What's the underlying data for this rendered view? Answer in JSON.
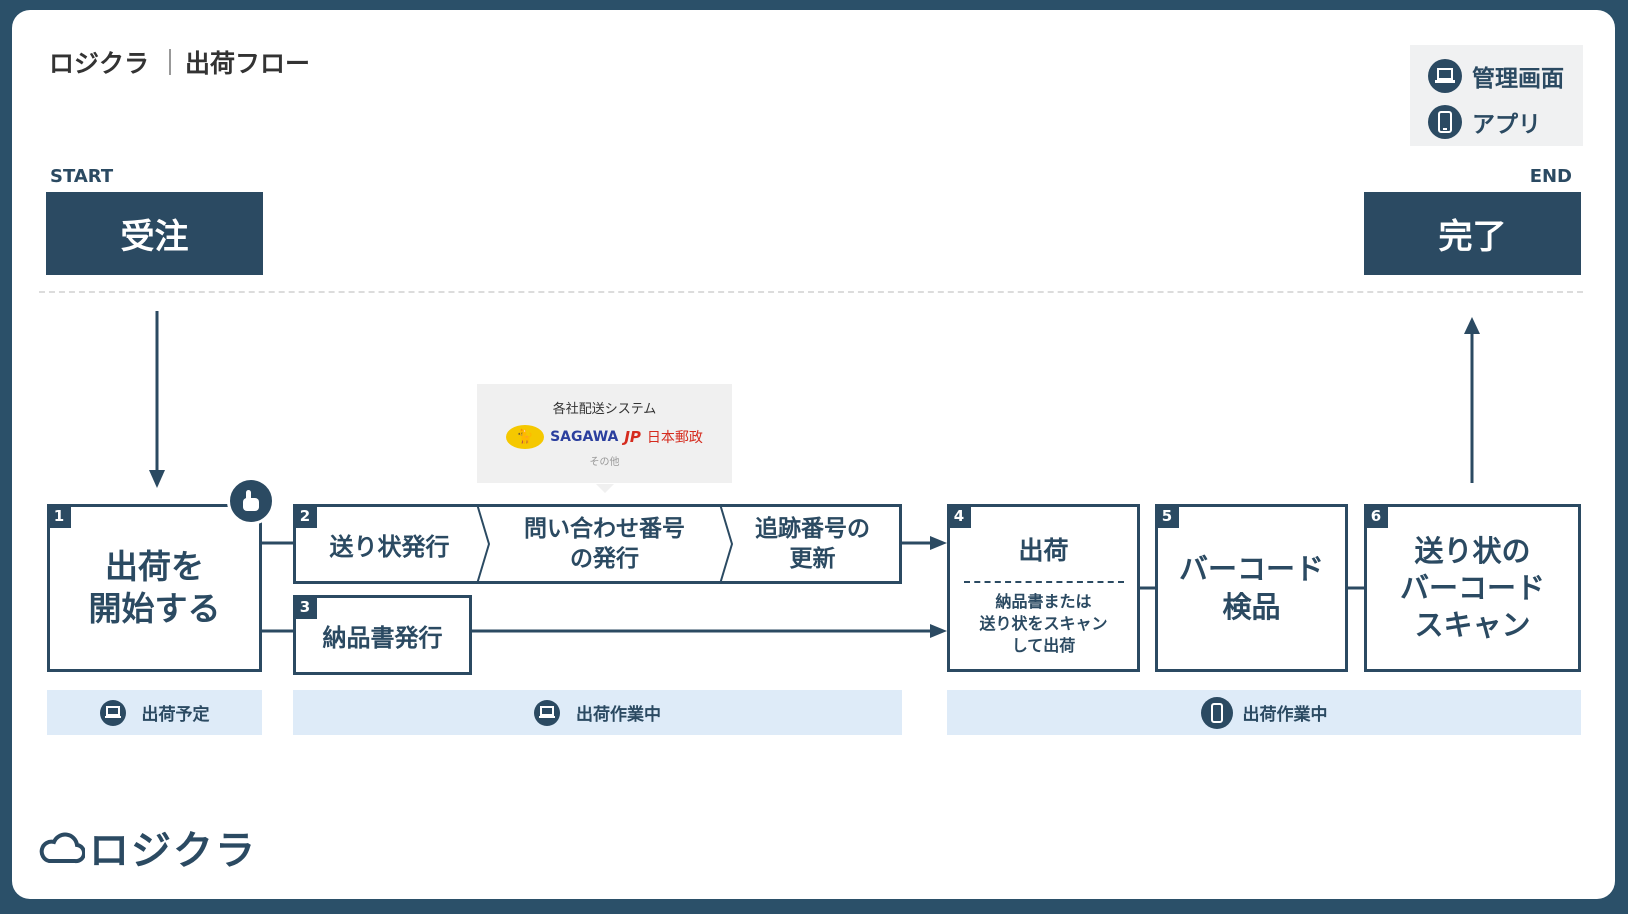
{
  "header": {
    "brand": "ロジクラ",
    "title": "出荷フロー"
  },
  "legend": [
    {
      "icon": "laptop-icon",
      "label": "管理画面"
    },
    {
      "icon": "smartphone-icon",
      "label": "アプリ"
    }
  ],
  "start": {
    "label": "START",
    "box": "受注"
  },
  "end": {
    "label": "END",
    "box": "完了"
  },
  "carriers": {
    "title": "各社配送システム",
    "items": [
      "SAGAWA",
      "日本郵政"
    ],
    "other": "その他"
  },
  "steps": [
    {
      "num": "1",
      "lines": [
        "出荷を",
        "開始する"
      ]
    },
    {
      "num": "2",
      "parts": [
        "送り状発行",
        "問い合わせ番号\nの発行",
        "追跡番号の\n更新"
      ]
    },
    {
      "num": "3",
      "label": "納品書発行"
    },
    {
      "num": "4",
      "label": "出荷",
      "note": "納品書または\n送り状をスキャン\nして出荷"
    },
    {
      "num": "5",
      "label": "バーコード\n検品"
    },
    {
      "num": "6",
      "label": "送り状の\nバーコード\nスキャン"
    }
  ],
  "statuses": [
    {
      "icon": "laptop-icon",
      "label": "出荷予定"
    },
    {
      "icon": "laptop-icon",
      "label": "出荷作業中"
    },
    {
      "icon": "smartphone-icon",
      "label": "出荷作業中"
    }
  ],
  "footer": {
    "logo": "ロジクラ"
  },
  "colors": {
    "navy": "#2b4a62",
    "status_bg": "#deebf8",
    "frame": "#2b5069"
  }
}
